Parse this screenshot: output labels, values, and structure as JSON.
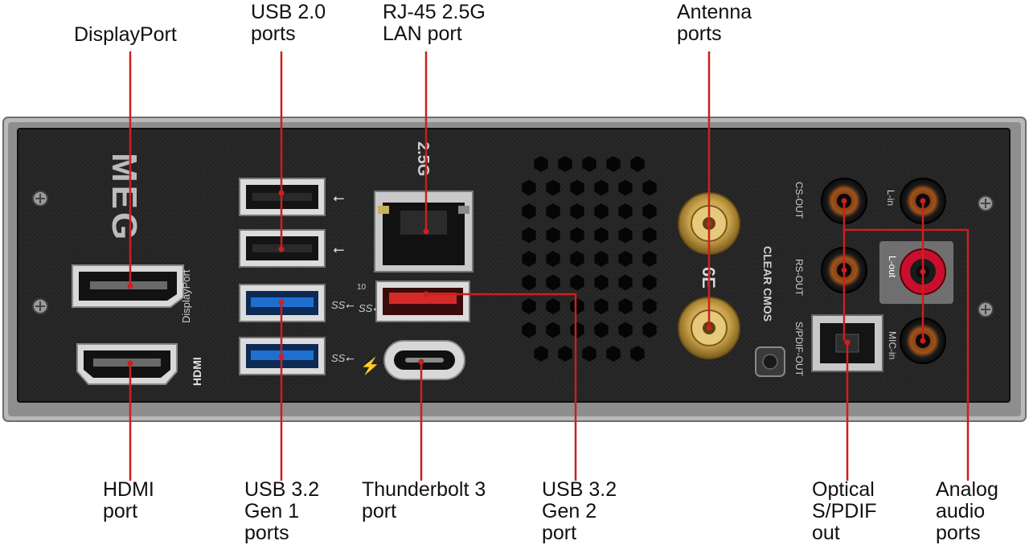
{
  "labels": {
    "displayport": "DisplayPort",
    "usb20": "USB 2.0\nports",
    "rj45": "RJ-45 2.5G\nLAN port",
    "antenna": "Antenna\nports",
    "hdmi": "HDMI\nport",
    "usb32g1": "USB 3.2\nGen 1\nports",
    "thunderbolt": "Thunderbolt 3\nport",
    "usb32g2": "USB 3.2\nGen 2\nport",
    "optical": "Optical\nS/PDIF\nout",
    "analog": "Analog\naudio\nports"
  },
  "panel_print": {
    "brand": "MEG",
    "displayport": "DisplayPort",
    "hdmi": "HDMI",
    "lan_speed": "2.5G",
    "usb_speed": "10",
    "clear_cmos": "CLEAR CMOS",
    "cs_out": "CS-OUT",
    "rs_out": "RS-OUT",
    "spdif_out": "S/PDIF-OUT",
    "l_in": "L-in",
    "l_out": "L-out",
    "mic_in": "MIC-in"
  },
  "colors": {
    "leader": "#cc1f1f",
    "panel": "#2a2a2a",
    "frame": "#9a9a9a",
    "usb3_blue": "#1f6fd0",
    "usb_gen2_red": "#d42a2a",
    "gold": "#c9a24a"
  }
}
